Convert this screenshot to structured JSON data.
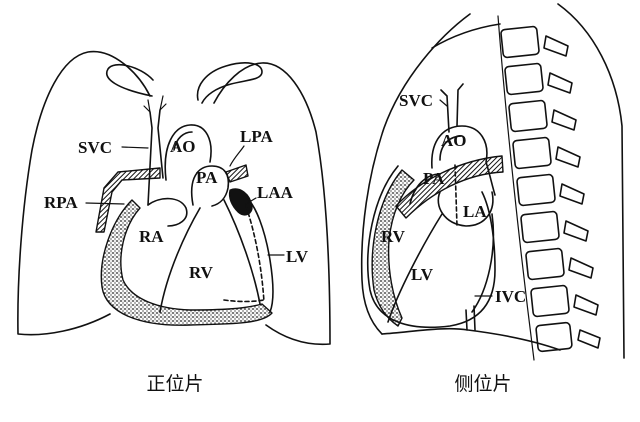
{
  "colors": {
    "ink": "#111111",
    "paper": "#ffffff"
  },
  "frontal": {
    "caption": "正位片",
    "labels": {
      "svc": "SVC",
      "ao": "AO",
      "lpa": "LPA",
      "pa": "PA",
      "rpa": "RPA",
      "laa": "LAA",
      "ra": "RA",
      "rv": "RV",
      "lv": "LV"
    }
  },
  "lateral": {
    "caption": "侧位片",
    "labels": {
      "svc": "SVC",
      "ao": "AO",
      "pa": "PA",
      "la": "LA",
      "rv": "RV",
      "lv": "LV",
      "ivc": "IVC"
    }
  }
}
